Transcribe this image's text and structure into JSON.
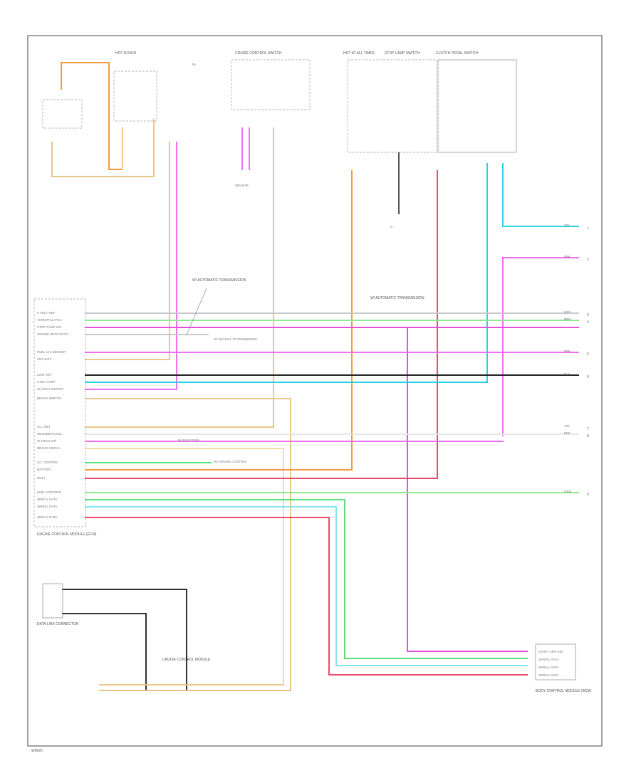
{
  "diagram": {
    "footer_code": "W0026",
    "left_module": {
      "title": "ENGINE CONTROL MODULE (ECM)",
      "pin_labels": [
        "5 VOLT REF",
        "THROTTLE POS",
        "STOP LAMP SW",
        "CRUISE SET/COAST",
        "FUEL LVL SENSOR",
        "IGN VOLT",
        "LOW REF",
        "STOP LAMP",
        "CLUTCH SWITCH",
        "BRAKE SWITCH",
        "CC VOLT",
        "RESUME/ACCEL",
        "CLUTCH SW",
        "BRAKE SIGNAL",
        "CC CONTROL",
        "BATTERY",
        "IGN 1",
        "FUEL CONTROL",
        "SERIAL DATA",
        "SERIAL DATA",
        "SERIAL DATA"
      ]
    },
    "right_module": {
      "title": "BODY CONTROL MODULE (BCM)",
      "pin_labels": [
        "STOP LAMP SW",
        "SERIAL DATA",
        "SERIAL DATA",
        "SERIAL DATA"
      ]
    },
    "top_components": [
      {
        "name": "HOT IN RUN"
      },
      {
        "name": "CRUISE CONTROL SWITCH"
      },
      {
        "name": "HOT AT ALL TIMES"
      },
      {
        "name": "STOP LAMP SWITCH"
      },
      {
        "name": "CLUTCH PEDAL SWITCH"
      }
    ],
    "bottom_left_component": {
      "name": "DATA LINK CONNECTOR"
    },
    "bottom_mid_component": {
      "name": "CRUISE CONTROL MODULE"
    },
    "annotations": [
      {
        "text": "W/ AUTOMATIC TRANSMISSION"
      },
      {
        "text": "W/ MANUAL TRANSMISSION"
      },
      {
        "text": "W/ CRUISE CONTROL"
      },
      {
        "text": "W/ FLEX FUEL"
      }
    ],
    "right_edge_labels": [
      "YEL",
      "PNK",
      "GRY",
      "BRN",
      "PNK",
      "BLK",
      "YEL",
      "PNK",
      "GRN"
    ],
    "right_edge_refs": [
      "1",
      "2",
      "3",
      "4",
      "5",
      "6",
      "7",
      "8",
      "9"
    ],
    "colors": {
      "tan": "#e8c58a",
      "orange": "#f39a3c",
      "pink": "#f06ef0",
      "magenta": "#e64fe0",
      "cyan": "#28d3e6",
      "lightblue": "#7fe6ee",
      "green": "#57e07a",
      "lightgreen": "#90e890",
      "red": "#ee4a6a",
      "gray": "#c8c8c8",
      "black": "#222222",
      "yellow": "#f2dfa0"
    }
  }
}
